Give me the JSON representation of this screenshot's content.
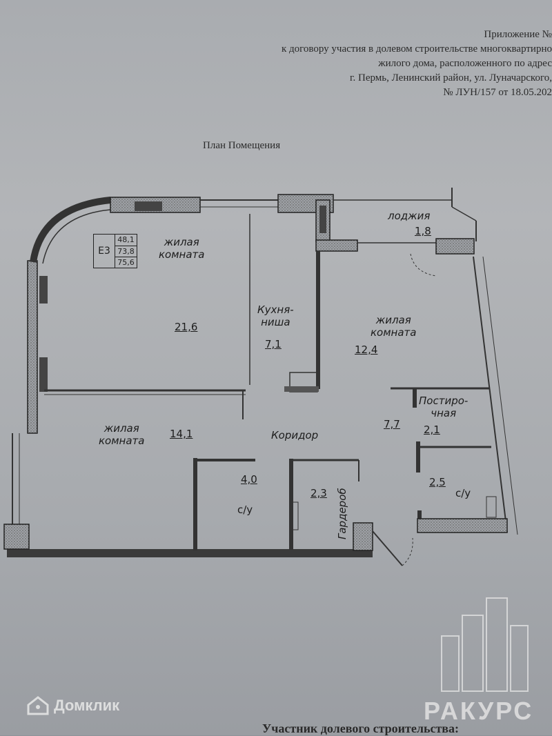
{
  "header": {
    "line1": "Приложение №",
    "line2": "к договору участия в долевом строительстве многоквартирно",
    "line3": "жилого дома, расположенного по адрес",
    "line4": "г. Пермь, Ленинский район, ул. Луначарского,",
    "line5": "№ ЛУН/157 от 18.05.202"
  },
  "plan": {
    "title": "План Помещения",
    "code": "Е3",
    "area_values": [
      "48,1",
      "73,8",
      "75,6"
    ],
    "rooms": {
      "room1_label": "жилая\nкомната",
      "room1_area": "21,6",
      "kitchen_label": "Кухня-\nниша",
      "kitchen_area": "7,1",
      "room2_label": "жилая\nкомната",
      "room2_area": "12,4",
      "loggia_label": "лоджия",
      "loggia_area": "1,8",
      "room3_label": "жилая\nкомната",
      "room3_area": "14,1",
      "corridor_label": "Коридор",
      "corridor_area": "7,7",
      "laundry_label": "Постиро-\nчная",
      "laundry_area": "2,1",
      "bath1_area": "4,0",
      "bath1_label": "с/у",
      "wardrobe_area": "2,3",
      "wardrobe_label": "Гардероб",
      "bath2_area": "2,5",
      "bath2_label": "с/у"
    }
  },
  "watermarks": {
    "domclick": "Домклик",
    "rakurs": "РАКУРС"
  },
  "footer": {
    "text": "Участник долевого строительства:"
  }
}
